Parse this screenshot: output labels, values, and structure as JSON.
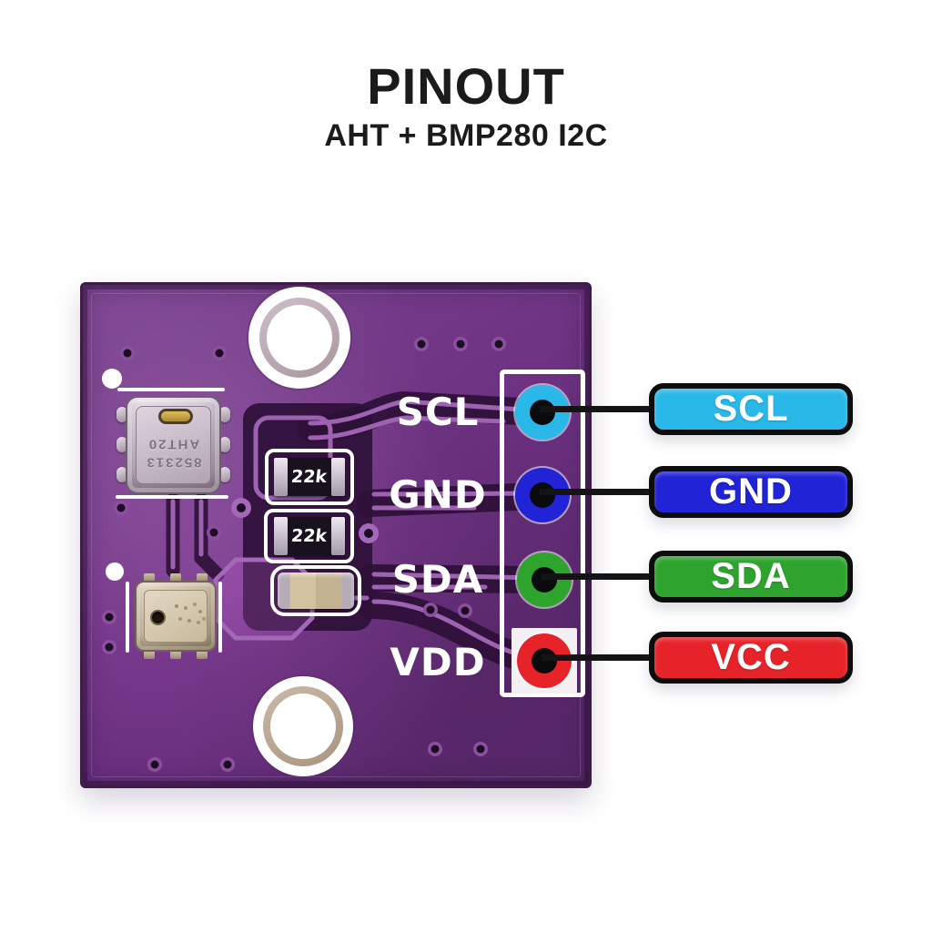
{
  "header": {
    "title": "PINOUT",
    "subtitle": "AHT + BMP280 I2C"
  },
  "board": {
    "pin_labels": [
      "SCL",
      "GND",
      "SDA",
      "VDD"
    ],
    "aht20": {
      "marking_line1": "AHT20",
      "marking_line2": "852313"
    },
    "resistors": [
      {
        "marking": "22k"
      },
      {
        "marking": "22k"
      }
    ]
  },
  "legend": {
    "pins": [
      {
        "label": "SCL",
        "color": "#29b8e8"
      },
      {
        "label": "GND",
        "color": "#2023d6"
      },
      {
        "label": "SDA",
        "color": "#2ea42f"
      },
      {
        "label": "VCC",
        "color": "#e62329"
      }
    ]
  },
  "colors": {
    "board_purple": "#6b3080",
    "silkscreen": "#ffffff",
    "wire": "#141414"
  }
}
